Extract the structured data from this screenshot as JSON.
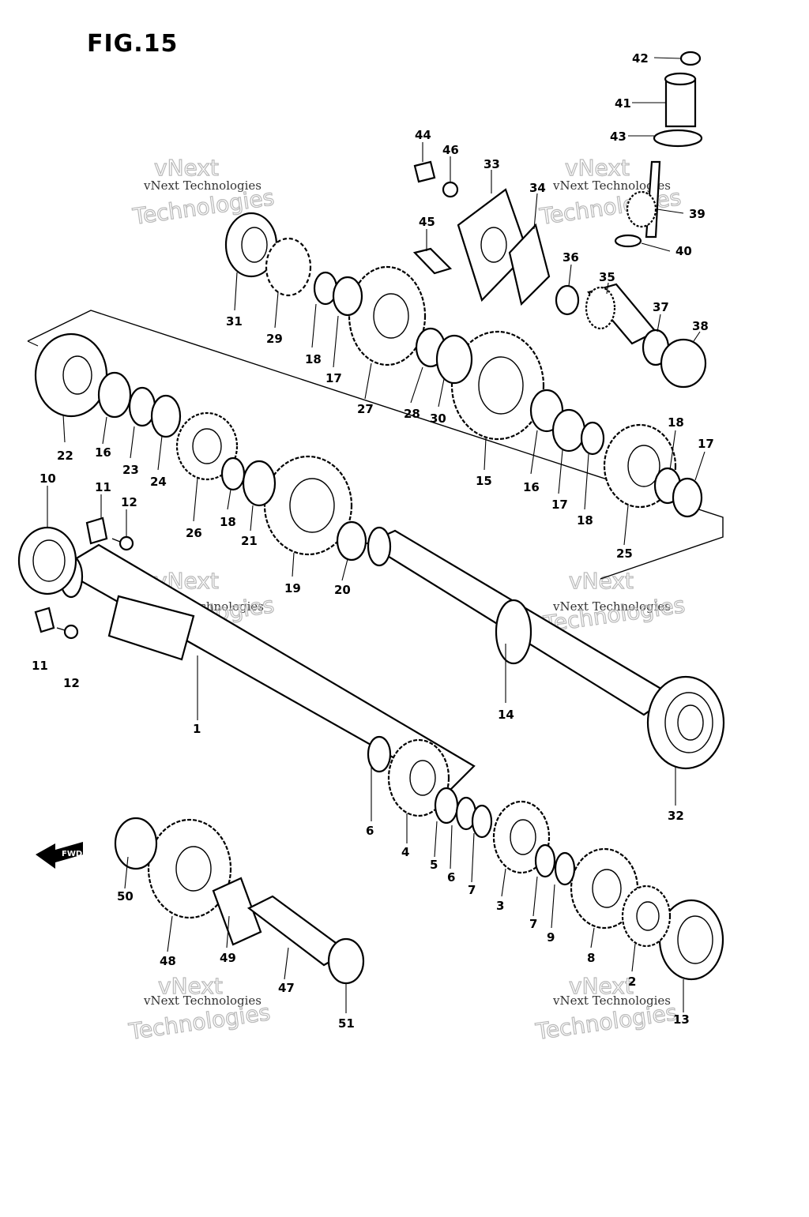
{
  "figure_title": "FIG.15",
  "watermark": {
    "line1": "vNext Technologies",
    "line2": "Technologies",
    "line3": "vNext"
  },
  "fwd_label": "FWD",
  "callouts": [
    {
      "id": "c1",
      "num": "1"
    },
    {
      "id": "c2",
      "num": "2"
    },
    {
      "id": "c3",
      "num": "3"
    },
    {
      "id": "c4",
      "num": "4"
    },
    {
      "id": "c5",
      "num": "5"
    },
    {
      "id": "c6a",
      "num": "6"
    },
    {
      "id": "c6b",
      "num": "6"
    },
    {
      "id": "c7a",
      "num": "7"
    },
    {
      "id": "c7b",
      "num": "7"
    },
    {
      "id": "c8",
      "num": "8"
    },
    {
      "id": "c9",
      "num": "9"
    },
    {
      "id": "c10",
      "num": "10"
    },
    {
      "id": "c11a",
      "num": "11"
    },
    {
      "id": "c11b",
      "num": "11"
    },
    {
      "id": "c12a",
      "num": "12"
    },
    {
      "id": "c12b",
      "num": "12"
    },
    {
      "id": "c13",
      "num": "13"
    },
    {
      "id": "c14",
      "num": "14"
    },
    {
      "id": "c15",
      "num": "15"
    },
    {
      "id": "c16a",
      "num": "16"
    },
    {
      "id": "c16b",
      "num": "16"
    },
    {
      "id": "c17a",
      "num": "17"
    },
    {
      "id": "c17b",
      "num": "17"
    },
    {
      "id": "c17c",
      "num": "17"
    },
    {
      "id": "c18a",
      "num": "18"
    },
    {
      "id": "c18b",
      "num": "18"
    },
    {
      "id": "c18c",
      "num": "18"
    },
    {
      "id": "c18d",
      "num": "18"
    },
    {
      "id": "c19",
      "num": "19"
    },
    {
      "id": "c20",
      "num": "20"
    },
    {
      "id": "c21",
      "num": "21"
    },
    {
      "id": "c22",
      "num": "22"
    },
    {
      "id": "c23",
      "num": "23"
    },
    {
      "id": "c24",
      "num": "24"
    },
    {
      "id": "c25",
      "num": "25"
    },
    {
      "id": "c26",
      "num": "26"
    },
    {
      "id": "c27",
      "num": "27"
    },
    {
      "id": "c28",
      "num": "28"
    },
    {
      "id": "c29",
      "num": "29"
    },
    {
      "id": "c30",
      "num": "30"
    },
    {
      "id": "c31",
      "num": "31"
    },
    {
      "id": "c32",
      "num": "32"
    },
    {
      "id": "c33",
      "num": "33"
    },
    {
      "id": "c34",
      "num": "34"
    },
    {
      "id": "c35",
      "num": "35"
    },
    {
      "id": "c36",
      "num": "36"
    },
    {
      "id": "c37",
      "num": "37"
    },
    {
      "id": "c38",
      "num": "38"
    },
    {
      "id": "c39",
      "num": "39"
    },
    {
      "id": "c40",
      "num": "40"
    },
    {
      "id": "c41",
      "num": "41"
    },
    {
      "id": "c42",
      "num": "42"
    },
    {
      "id": "c43",
      "num": "43"
    },
    {
      "id": "c44",
      "num": "44"
    },
    {
      "id": "c45",
      "num": "45"
    },
    {
      "id": "c46",
      "num": "46"
    },
    {
      "id": "c47",
      "num": "47"
    },
    {
      "id": "c48",
      "num": "48"
    },
    {
      "id": "c49",
      "num": "49"
    },
    {
      "id": "c50",
      "num": "50"
    },
    {
      "id": "c51",
      "num": "51"
    }
  ]
}
